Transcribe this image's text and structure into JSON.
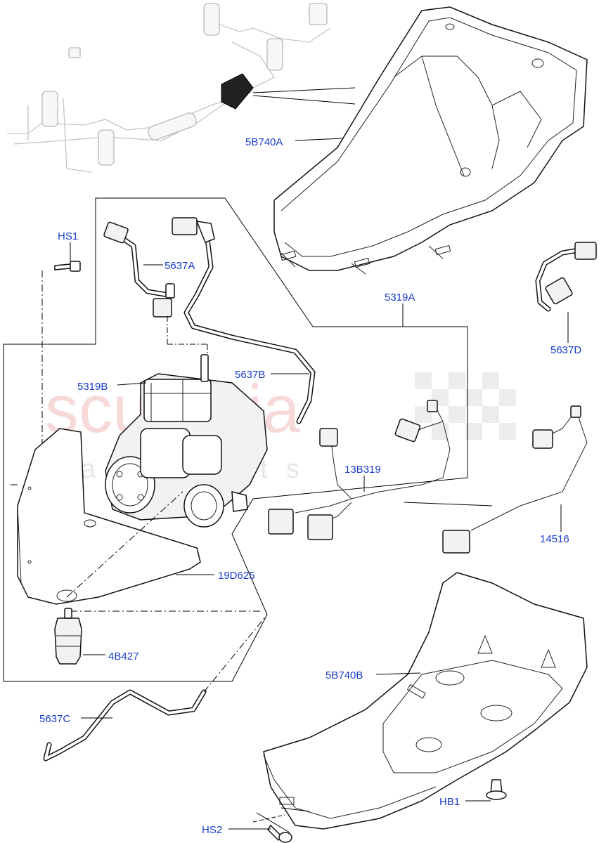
{
  "watermark": {
    "brand": "scuderia",
    "sub": "car parts"
  },
  "callouts": {
    "c5B740A": "5B740A",
    "cHS1": "HS1",
    "c5637A": "5637A",
    "c5319A": "5319A",
    "c5637D": "5637D",
    "c5319B": "5319B",
    "c5637B": "5637B",
    "c13B319": "13B319",
    "c14516": "14516",
    "c19D625": "19D625",
    "c4B427": "4B427",
    "c5B740B": "5B740B",
    "c5637C": "5637C",
    "cHB1": "HB1",
    "cHS2": "HS2"
  },
  "colors": {
    "callout_text": "#1a3cc8",
    "line": "#000000",
    "watermark": "#f3c6c6"
  }
}
